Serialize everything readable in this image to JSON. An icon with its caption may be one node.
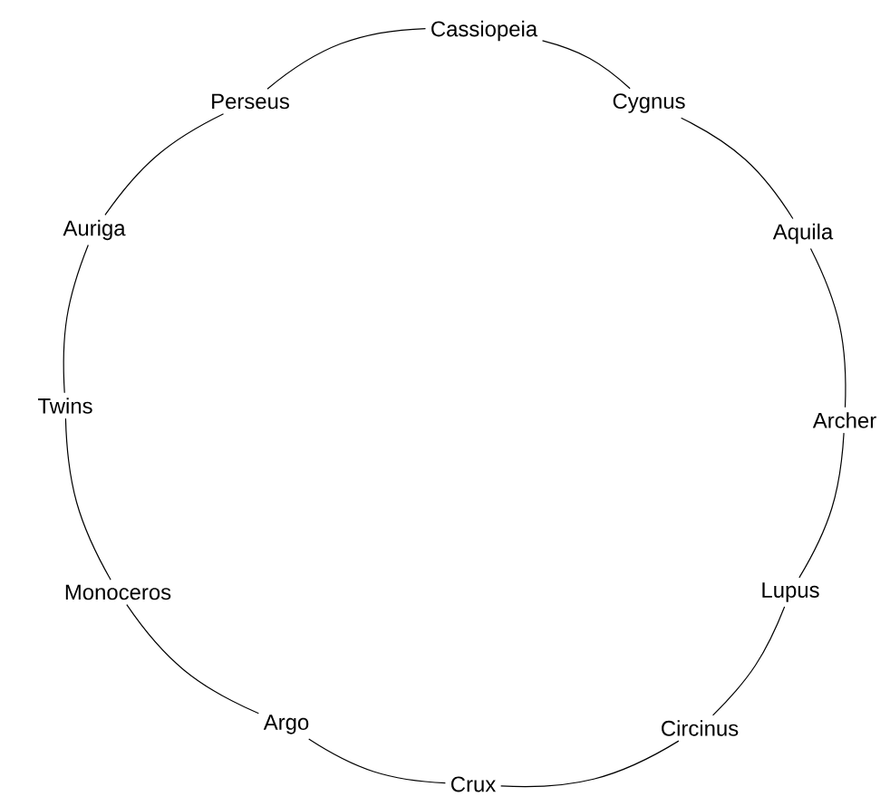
{
  "diagram": {
    "nodes": [
      {
        "text": [
          "Cassiopeia"
        ]
      },
      {
        "text": [
          "Perseus"
        ]
      },
      {
        "text": [
          "Cygnus"
        ]
      },
      {
        "text": [
          "Auriga"
        ]
      },
      {
        "text": [
          "Aquila"
        ]
      },
      {
        "text": [
          "Twins"
        ]
      },
      {
        "text": [
          "Archer"
        ]
      },
      {
        "text": [
          "Monoceros"
        ]
      },
      {
        "text": [
          "Lupus"
        ]
      },
      {
        "text": [
          "Argo"
        ]
      },
      {
        "text": [
          "Circinus"
        ]
      },
      {
        "text": [
          "Crux"
        ]
      }
    ],
    "edges": [
      {
        "from": 0,
        "to": 2,
        "arrow": "none"
      },
      {
        "from": 2,
        "to": 4,
        "arrow": "none"
      },
      {
        "from": 4,
        "to": 6,
        "arrow": "none"
      },
      {
        "from": 6,
        "to": 8,
        "arrow": "none"
      },
      {
        "from": 8,
        "to": 10,
        "arrow": "none"
      },
      {
        "from": 10,
        "to": 11,
        "arrow": "none"
      },
      {
        "from": 11,
        "to": 9,
        "arrow": "none"
      },
      {
        "from": 9,
        "to": 7,
        "arrow": "none"
      },
      {
        "from": 7,
        "to": 5,
        "arrow": "none"
      },
      {
        "from": 5,
        "to": 3,
        "arrow": "none"
      },
      {
        "from": 3,
        "to": 1,
        "arrow": "none"
      },
      {
        "from": 1,
        "to": 0,
        "arrow": "none"
      }
    ]
  }
}
